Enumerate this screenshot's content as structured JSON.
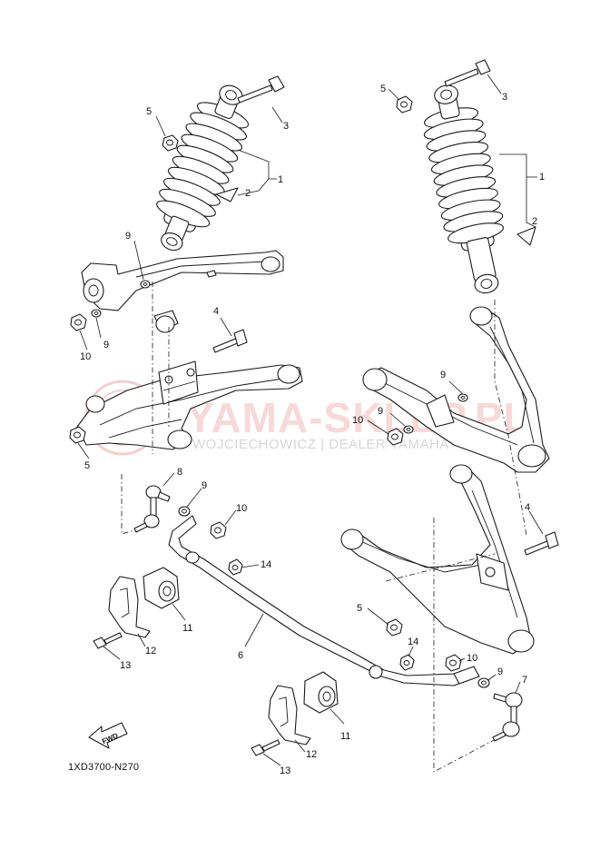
{
  "callouts": {
    "c1a": "1",
    "c2a": "2",
    "c3a": "3",
    "c5a": "5",
    "c9a": "9",
    "c9b": "9",
    "c10a": "10",
    "c4a": "4",
    "c5b": "5",
    "c8a": "8",
    "c9c": "9",
    "c10b": "10",
    "c14a": "14",
    "c11a": "11",
    "c12a": "12",
    "c13a": "13",
    "c6a": "6",
    "c1b": "1",
    "c2b": "2",
    "c3b": "3",
    "c5c": "5",
    "c9d": "9",
    "c9e": "9",
    "c10c": "10",
    "c4b": "4",
    "c5d": "5",
    "c14b": "14",
    "c10d": "10",
    "c9f": "9",
    "c7a": "7",
    "c11b": "11",
    "c12b": "12",
    "c13b": "13"
  },
  "fwd_label": "FWD",
  "diagram_code": "1XD3700-N270",
  "watermark": {
    "brand": "YAMA-SKLEP.PL",
    "dealer": "WOJCIECHOWICZ | DEALER YAMAHA"
  }
}
